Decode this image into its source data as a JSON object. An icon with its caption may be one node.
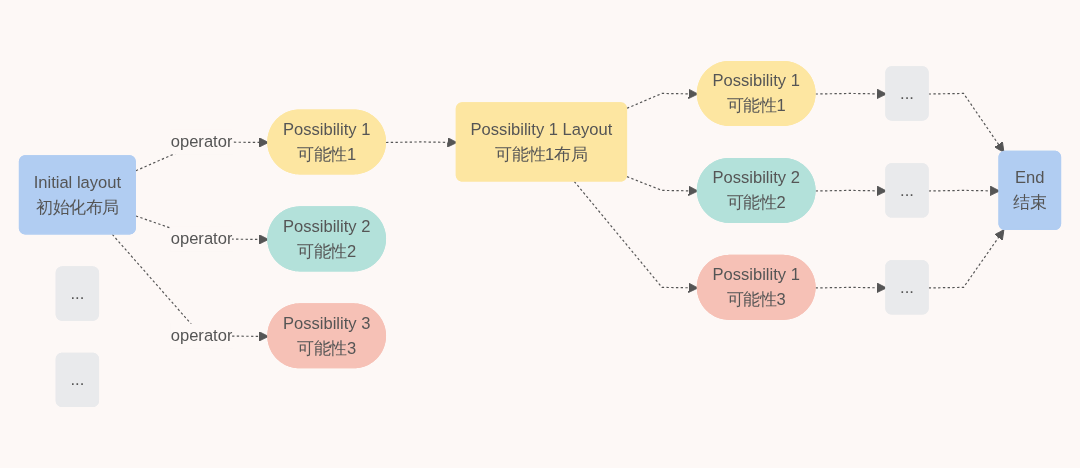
{
  "diagram": {
    "nodes": [
      {
        "text": [
          "Initial layout",
          "初始化布局"
        ]
      },
      {
        "text": [
          "Possibility 1",
          "可能性1"
        ]
      },
      {
        "text": [
          "Possibility 2",
          "可能性2"
        ]
      },
      {
        "text": [
          "Possibility 3",
          "可能性3"
        ]
      },
      {
        "text": [
          "Possibility 1 Layout",
          "可能性1布局"
        ]
      },
      {
        "text": [
          "..."
        ]
      },
      {
        "text": [
          "..."
        ]
      },
      {
        "text": [
          "Possibility 1",
          "可能性1"
        ]
      },
      {
        "text": [
          "Possibility 2",
          "可能性2"
        ]
      },
      {
        "text": [
          "Possibility 1",
          "可能性3"
        ]
      },
      {
        "text": [
          "..."
        ]
      },
      {
        "text": [
          "..."
        ]
      },
      {
        "text": [
          "..."
        ]
      },
      {
        "text": [
          "End",
          "结束"
        ]
      }
    ],
    "edges": [
      {
        "from": 0,
        "to": 1,
        "arrow": "to",
        "label": "operator",
        "style": "dashed"
      },
      {
        "from": 0,
        "to": 2,
        "arrow": "to",
        "label": "operator",
        "style": "dashed"
      },
      {
        "from": 0,
        "to": 3,
        "arrow": "to",
        "label": "operator",
        "style": "dashed"
      },
      {
        "from": 1,
        "to": 4,
        "arrow": "to",
        "style": "dashed"
      },
      {
        "from": 4,
        "to": 7,
        "arrow": "to",
        "style": "dashed"
      },
      {
        "from": 4,
        "to": 8,
        "arrow": "to",
        "style": "dashed"
      },
      {
        "from": 4,
        "to": 9,
        "arrow": "to",
        "style": "dashed"
      },
      {
        "from": 7,
        "to": 10,
        "arrow": "to",
        "style": "dashed"
      },
      {
        "from": 8,
        "to": 11,
        "arrow": "to",
        "style": "dashed"
      },
      {
        "from": 9,
        "to": 12,
        "arrow": "to",
        "style": "dashed"
      },
      {
        "from": 10,
        "to": 13,
        "arrow": "to",
        "style": "dashed"
      },
      {
        "from": 11,
        "to": 13,
        "arrow": "to",
        "style": "dashed"
      },
      {
        "from": 12,
        "to": 13,
        "arrow": "to",
        "style": "dashed"
      }
    ]
  }
}
